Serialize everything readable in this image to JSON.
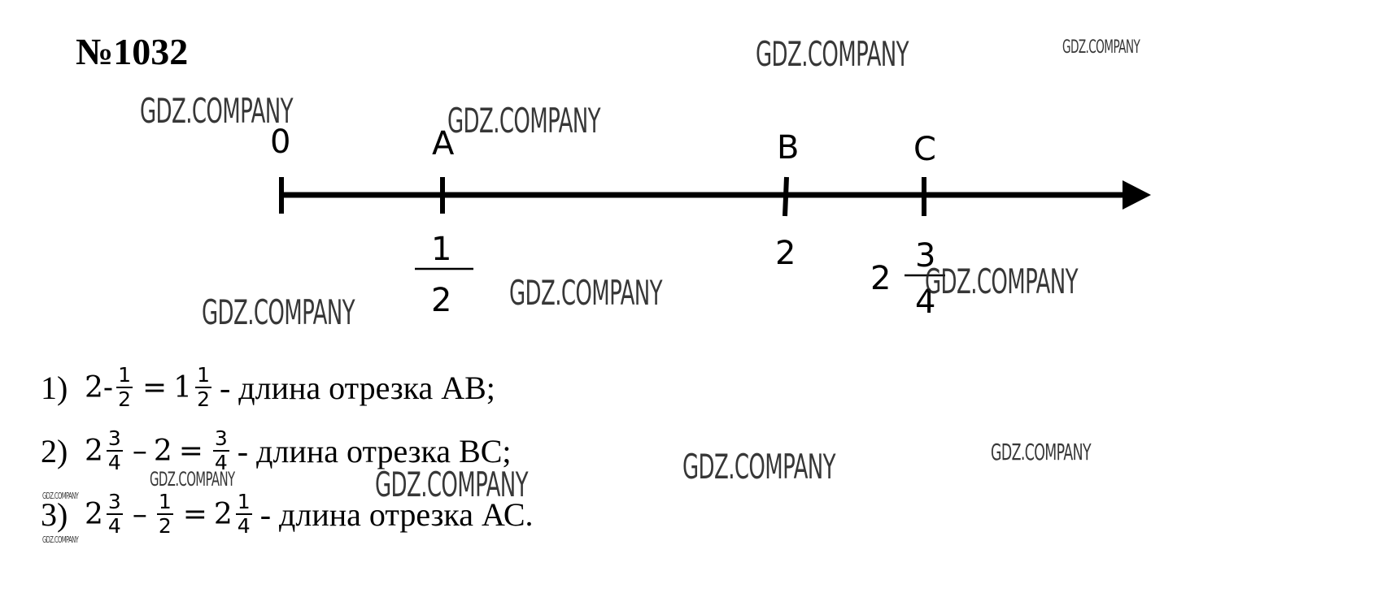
{
  "problem_number": "№1032",
  "number_line": {
    "points": [
      {
        "name": "0",
        "value_label": ""
      },
      {
        "name": "A",
        "value_label": "",
        "frac_num": "1",
        "frac_den": "2"
      },
      {
        "name": "B",
        "value_label": "2"
      },
      {
        "name": "C",
        "whole": "2",
        "frac_num": "3",
        "frac_den": "4"
      }
    ]
  },
  "solutions": [
    {
      "index": "1)",
      "a": "2-",
      "a_num": "1",
      "a_den": "2",
      "eq": "=",
      "r_whole": "1",
      "r_num": "1",
      "r_den": "2",
      "text": "- длина отрезка АВ;"
    },
    {
      "index": "2)",
      "a_whole": "2",
      "a_num": "3",
      "a_den": "4",
      "minus": "–",
      "b": "2",
      "eq": "=",
      "r_num": "3",
      "r_den": "4",
      "text": "- длина отрезка ВС;"
    },
    {
      "index": "3)",
      "a_whole": "2",
      "a_num": "3",
      "a_den": "4",
      "minus": "–",
      "b_num": "1",
      "b_den": "2",
      "eq": "=",
      "r_whole": "2",
      "r_num": "1",
      "r_den": "4",
      "text": "- длина отрезка АС."
    }
  ],
  "watermark": "GDZ.COMPANY"
}
